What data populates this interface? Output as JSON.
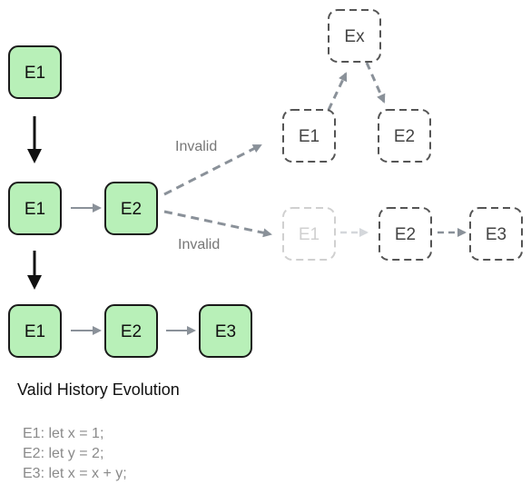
{
  "nodes": {
    "e1_top": "E1",
    "e1_mid": "E1",
    "e2_mid": "E2",
    "e1_bot": "E1",
    "e2_bot": "E2",
    "e3_bot": "E3",
    "ex_branch": "Ex",
    "e1_branch_a": "E1",
    "e2_branch_a": "E2",
    "e1_branch_b": "E1",
    "e2_branch_b": "E2",
    "e3_branch_b": "E3"
  },
  "edge_labels": {
    "invalid_upper": "Invalid",
    "invalid_lower": "Invalid"
  },
  "caption": "Valid History Evolution",
  "legend": [
    "E1: let x = 1;",
    "E2: let y = 2;",
    "E3: let x = x + y;"
  ],
  "colors": {
    "valid_fill": "#b8f0b8",
    "valid_stroke": "#1a1a1a",
    "dashed_stroke": "#555555",
    "faded_stroke": "#cccccc",
    "arrow_gray": "#8a9199",
    "label_gray": "#777777"
  }
}
